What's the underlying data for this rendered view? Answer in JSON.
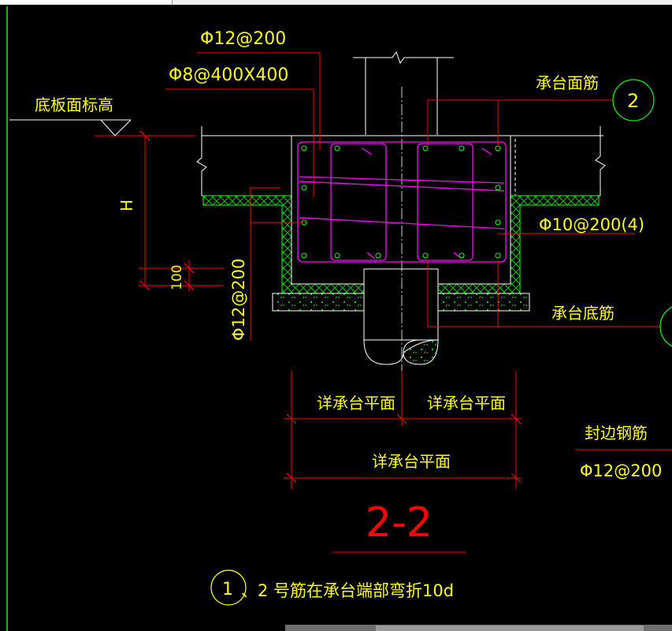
{
  "labels": {
    "phi12_top": "Φ12@200",
    "phi8": "Φ8@400X400",
    "slab_elev": "底板面标高",
    "cap_top_bar": "承台面筋",
    "circle_2": "2",
    "phi10": "Φ10@200(4)",
    "dim_H": "H",
    "dim_100": "100",
    "phi12_side": "Φ12@200",
    "cap_bottom_bar": "承台底筋",
    "dim_left": "详承台平面",
    "dim_right": "详承台平面",
    "dim_total": "详承台平面",
    "edge_bar": "封边钢筋",
    "edge_bar_spec": "Φ12@200",
    "section_title": "2-2",
    "note_circle": "1",
    "note_text": "、2 号筋在承台端部弯折10d"
  },
  "colors": {
    "background": "#000000",
    "yellow": "#ffff00",
    "red": "#ff0000",
    "magenta": "#ff00ff",
    "green": "#00ff00",
    "white": "#ffffff"
  }
}
